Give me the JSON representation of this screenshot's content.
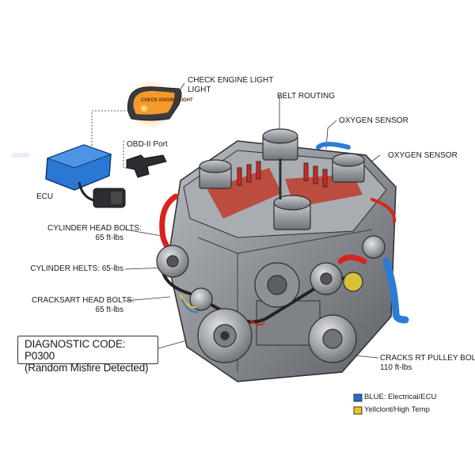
{
  "labels": {
    "check_engine_1": "CHECK ENGINE LIGHT",
    "check_engine_2": "LIGHT",
    "check_lamp_text": "CHECK ENGINE LIGHT",
    "belt_routing": "BELT ROUTING",
    "oxygen_sensor_1": "OXYGEN SENSOR",
    "oxygen_sensor_2": "OXYGEN SENSOR",
    "obd_port": "OBD-II Port",
    "ecu": "ECU",
    "cyl_head_bolts_1": "CYLINDER HEAD BOLTS:",
    "cyl_head_bolts_2": "65 ft-lbs",
    "cyl_helts": "CYLINDER HELTS: 65-lbs",
    "cracksart_1": "CRACKSART HEAD BOLTS:",
    "cracksart_2": "65 ft-lbs",
    "pulley_1": "CRACKS RT PULLEY BOLT",
    "pulley_2": "110 ft-lbs"
  },
  "diagnostic": {
    "line1": "DIAGNOSTIC CODE: P0300",
    "line2": "(Random Misfire Detected)"
  },
  "legend": {
    "blue_label": "BLUE: Electrical/ECU",
    "yellow_label": "Yellclont/High Temp",
    "blue_color": "#1f6fc9",
    "yellow_color": "#f2c21b"
  },
  "colors": {
    "ecu_blue": "#2a78d4",
    "hose_red": "#d8241c",
    "hose_blue": "#2c7bd6",
    "lamp_orange": "#f39a2a",
    "metal": "#9a9ea3"
  }
}
